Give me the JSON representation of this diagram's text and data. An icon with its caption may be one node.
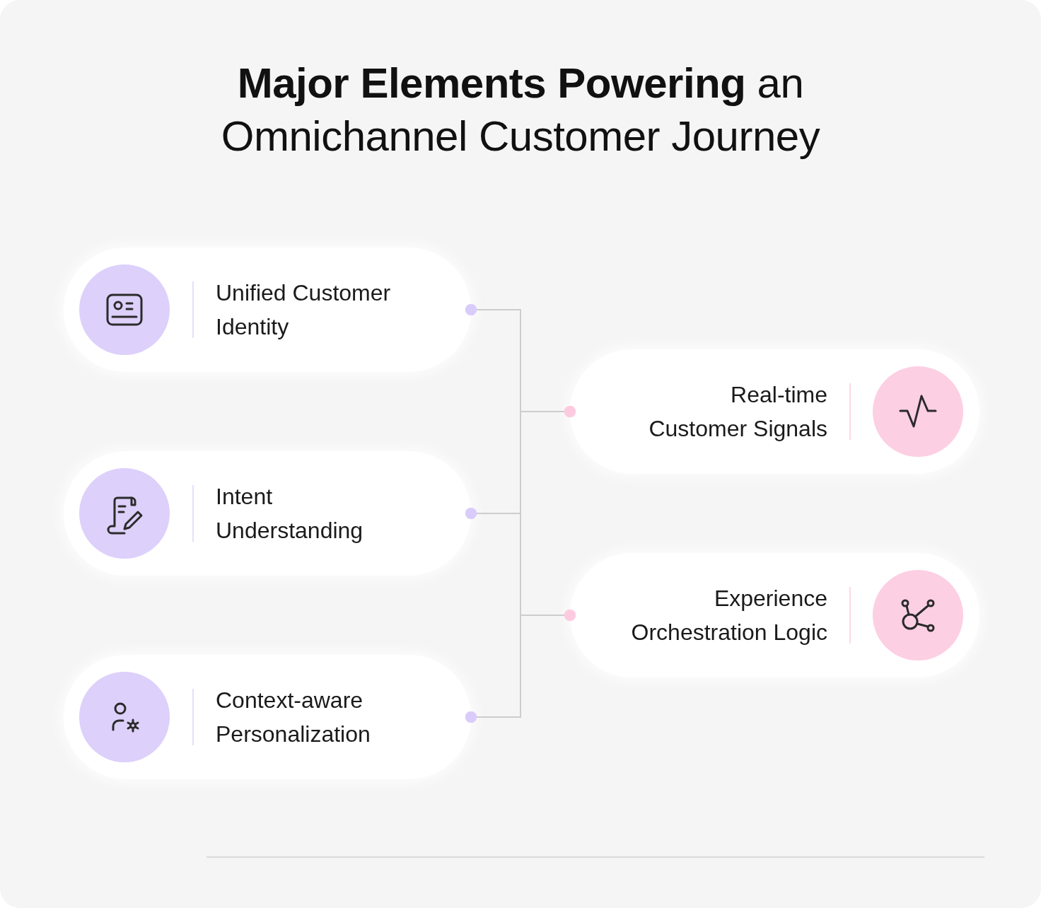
{
  "diagram": {
    "title": "**Major Elements Powering** an Omnichannel Customer Journey",
    "nodes": [
      {
        "text": [
          "Unified Customer Identity"
        ]
      },
      {
        "text": [
          "Intent Understanding"
        ]
      },
      {
        "text": [
          "Context-aware Personalization"
        ]
      },
      {
        "text": [
          "Real-time Customer Signals"
        ]
      },
      {
        "text": [
          "Experience Orchestration Logic"
        ]
      }
    ],
    "edges": [
      {
        "from": 0,
        "to": 3,
        "arrow": "other"
      },
      {
        "from": 0,
        "to": 4,
        "arrow": "other"
      },
      {
        "from": 1,
        "to": 3,
        "arrow": "other"
      },
      {
        "from": 1,
        "to": 4,
        "arrow": "other"
      },
      {
        "from": 2,
        "to": 3,
        "arrow": "other"
      },
      {
        "from": 2,
        "to": 4,
        "arrow": "other"
      }
    ]
  }
}
